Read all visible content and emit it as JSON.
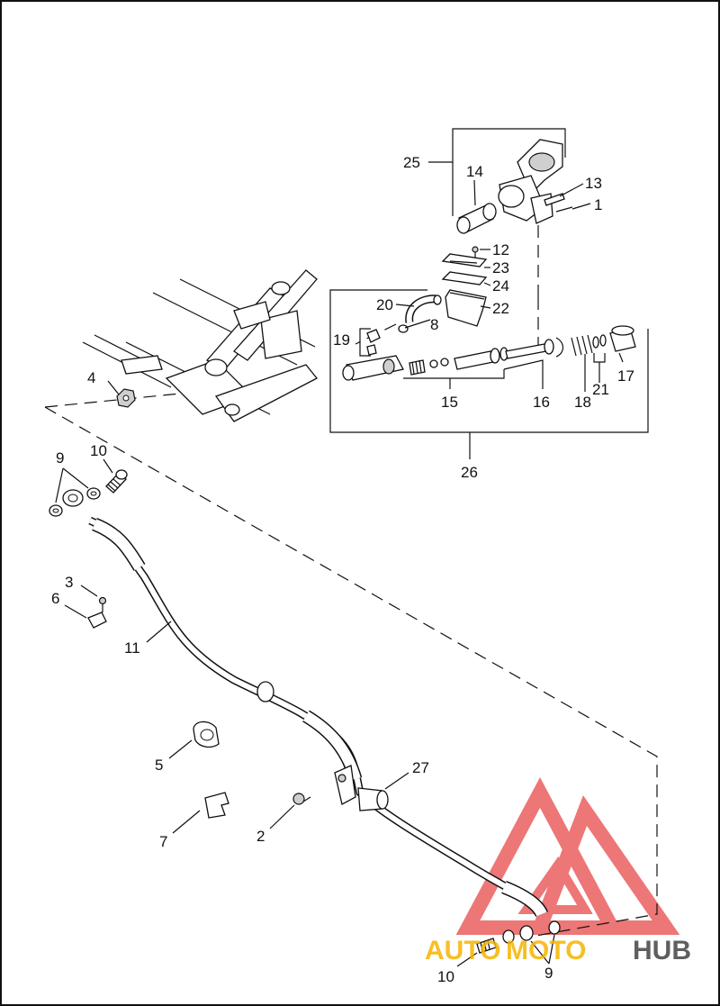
{
  "callouts": {
    "c1": "1",
    "c2": "2",
    "c3": "3",
    "c4": "4",
    "c5": "5",
    "c6": "6",
    "c7": "7",
    "c8": "8",
    "c9a": "9",
    "c9b": "9",
    "c10a": "10",
    "c10b": "10",
    "c11": "11",
    "c12": "12",
    "c13": "13",
    "c14": "14",
    "c15": "15",
    "c16": "16",
    "c17": "17",
    "c18": "18",
    "c19": "19",
    "c20": "20",
    "c21": "21",
    "c22": "22",
    "c23": "23",
    "c24": "24",
    "c25": "25",
    "c26": "26",
    "c27": "27"
  },
  "watermark": {
    "part1": "AUTO",
    "part2": "MOTO",
    "part3": "HUB",
    "color_primary": "#f5b400",
    "color_secondary": "#444444",
    "color_logo": "#e8494a"
  }
}
